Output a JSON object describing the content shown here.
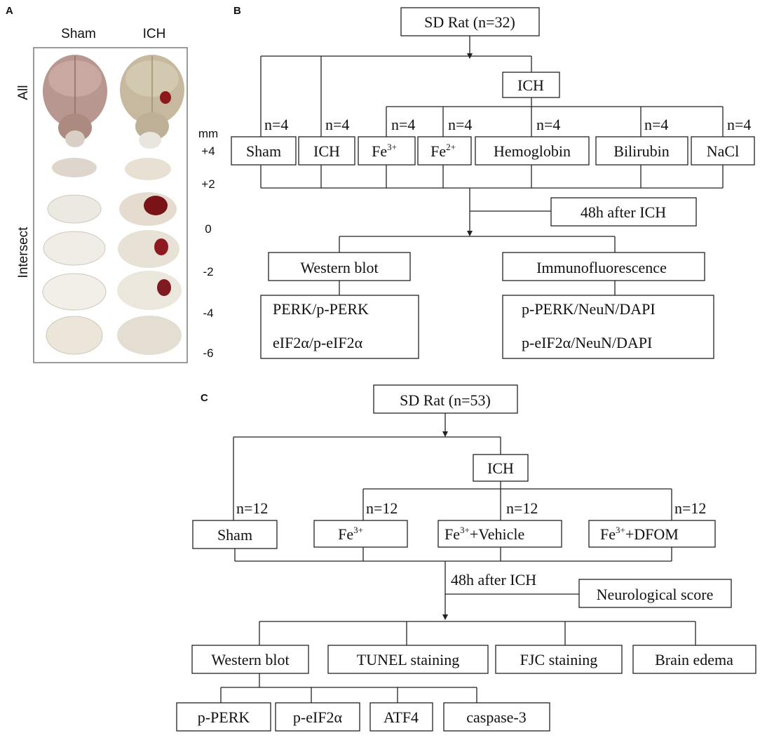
{
  "panels": {
    "a": {
      "label": "A",
      "col_sham": "Sham",
      "col_ich": "ICH",
      "row_all": "All",
      "row_intersect": "Intersect",
      "mm_unit": "mm",
      "mm_ticks": [
        "+4",
        "+2",
        "0",
        "-2",
        "-4",
        "-6"
      ]
    },
    "b": {
      "label": "B",
      "root": "SD Rat (n=32)",
      "ich_node": "ICH",
      "groups": [
        {
          "n": "n=4",
          "name": "Sham",
          "sup": ""
        },
        {
          "n": "n=4",
          "name": "ICH",
          "sup": ""
        },
        {
          "n": "n=4",
          "name": "Fe",
          "sup": "3+"
        },
        {
          "n": "n=4",
          "name": "Fe",
          "sup": "2+"
        },
        {
          "n": "n=4",
          "name": "Hemoglobin",
          "sup": ""
        },
        {
          "n": "n=4",
          "name": "Bilirubin",
          "sup": ""
        },
        {
          "n": "n=4",
          "name": "NaCl",
          "sup": ""
        }
      ],
      "time": "48h after ICH",
      "western": "Western blot",
      "western_items": [
        "PERK/p-PERK",
        "eIF2α/p-eIF2α"
      ],
      "immuno": "Immunofluorescence",
      "immuno_items": [
        "p-PERK/NeuN/DAPI",
        "p-eIF2α/NeuN/DAPI"
      ]
    },
    "c": {
      "label": "C",
      "root": "SD Rat (n=53)",
      "ich_node": "ICH",
      "groups": [
        {
          "n": "n=12",
          "name": "Sham",
          "sup": "",
          "suffix": ""
        },
        {
          "n": "n=12",
          "name": "Fe",
          "sup": "3+",
          "suffix": ""
        },
        {
          "n": "n=12",
          "name": "Fe",
          "sup": "3+",
          "suffix": "+Vehicle"
        },
        {
          "n": "n=12",
          "name": "Fe",
          "sup": "3+",
          "suffix": "+DFOM"
        }
      ],
      "time": "48h after ICH",
      "neuro": "Neurological score",
      "assays": [
        "Western blot",
        "TUNEL staining",
        "FJC staining",
        "Brain edema"
      ],
      "western_items": [
        "p-PERK",
        "p-eIF2α",
        "ATF4",
        "caspase-3"
      ]
    }
  }
}
